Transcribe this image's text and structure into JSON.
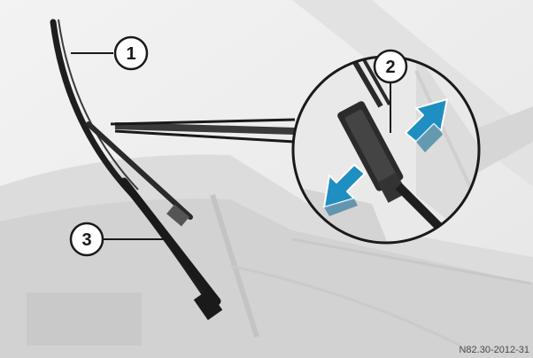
{
  "callouts": {
    "one": "1",
    "two": "2",
    "three": "3"
  },
  "figure_code": "N82.30-2012-31",
  "colors": {
    "background": "#f2f2f2",
    "arrow_blue": "#1f8ec0",
    "line": "#2a2a2a"
  }
}
